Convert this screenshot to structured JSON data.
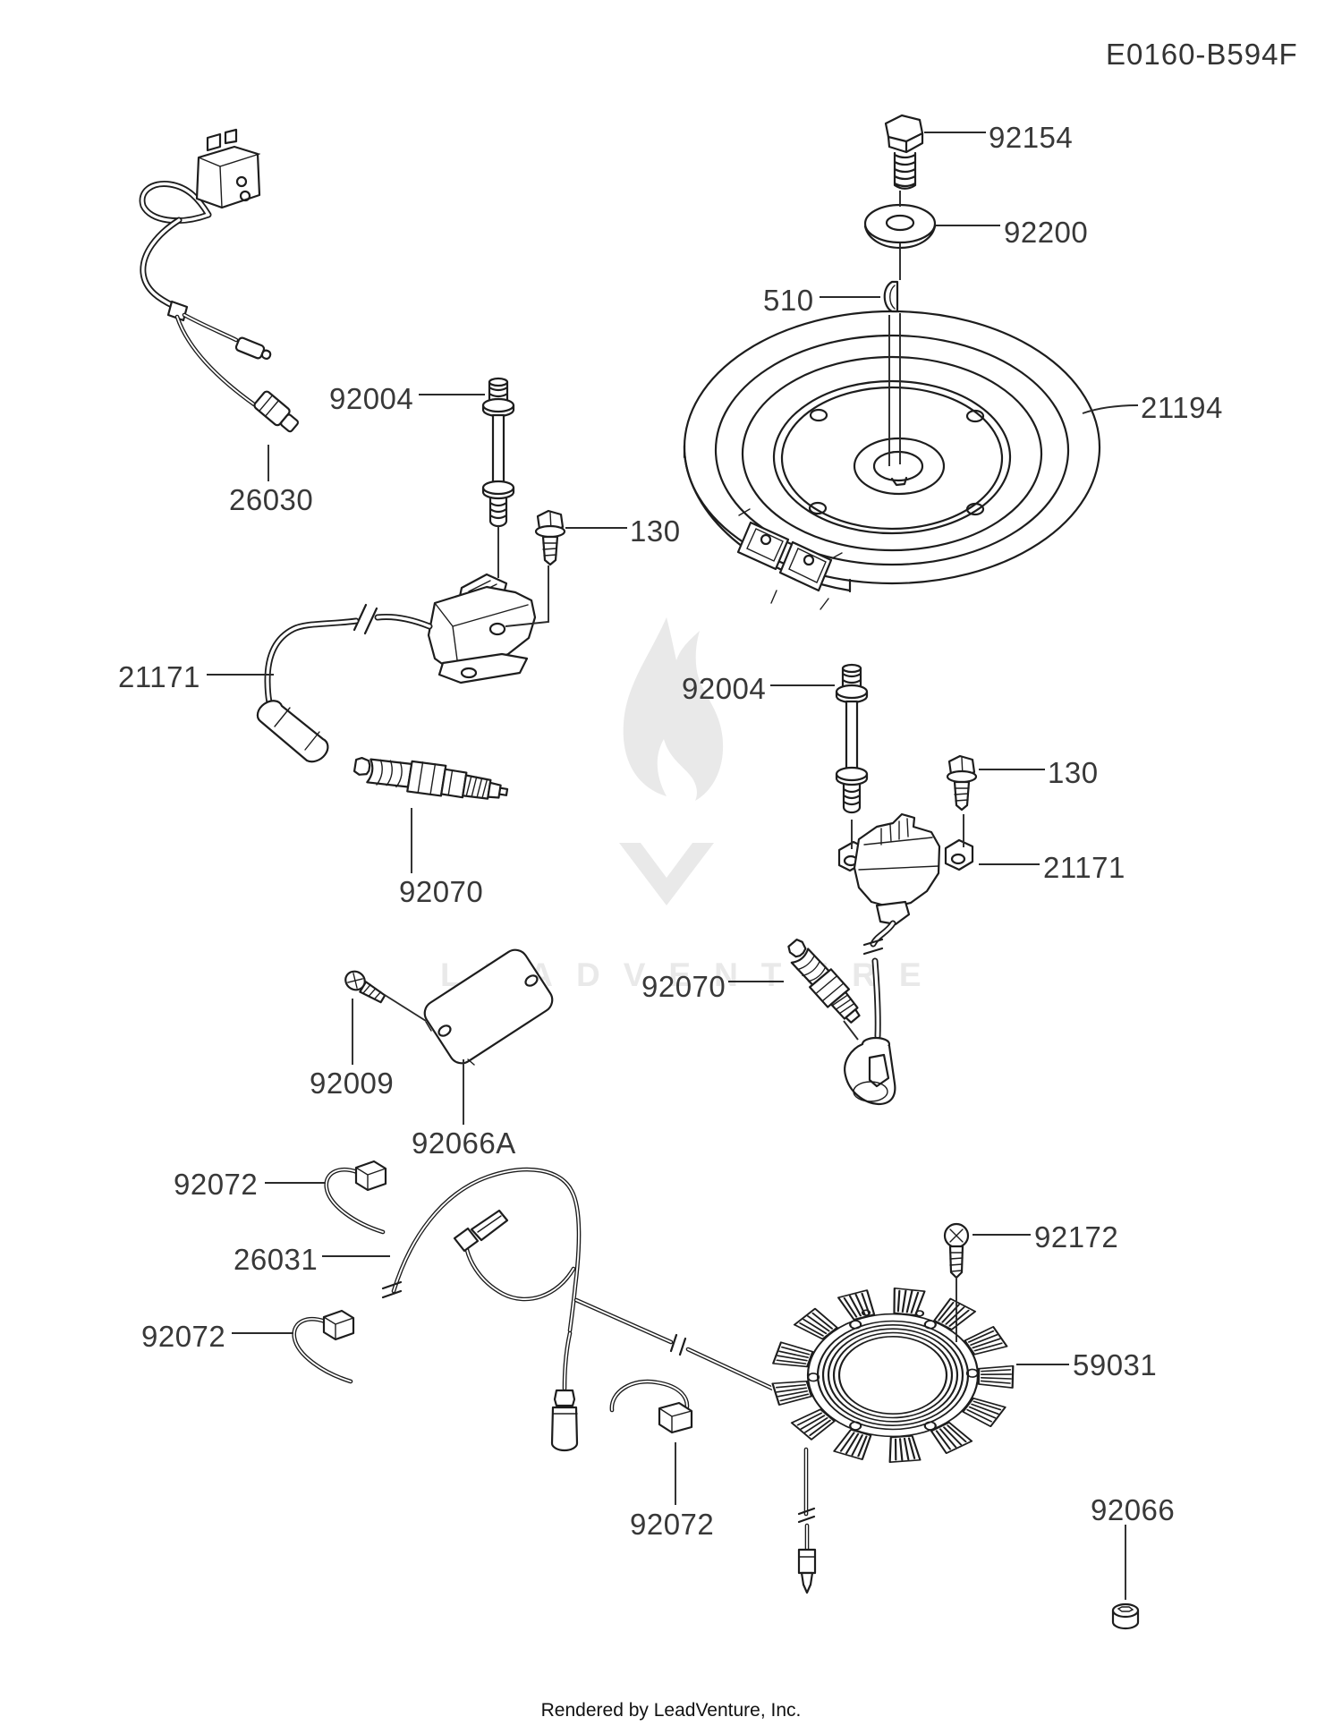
{
  "page": {
    "diagram_code": "E0160-B594F",
    "credit": "Rendered by LeadVenture, Inc."
  },
  "watermark": {
    "text": "LEADVENTURE"
  },
  "labels": {
    "l92154": {
      "text": "92154"
    },
    "l92200": {
      "text": "92200"
    },
    "l510": {
      "text": "510"
    },
    "l21194": {
      "text": "21194"
    },
    "l26030": {
      "text": "26030"
    },
    "l92004L": {
      "text": "92004"
    },
    "l130L": {
      "text": "130"
    },
    "l21171L": {
      "text": "21171"
    },
    "l92070L": {
      "text": "92070"
    },
    "l92004R": {
      "text": "92004"
    },
    "l130R": {
      "text": "130"
    },
    "l21171R": {
      "text": "21171"
    },
    "l92070R": {
      "text": "92070"
    },
    "l92009": {
      "text": "92009"
    },
    "l92066A": {
      "text": "92066A"
    },
    "l92072A": {
      "text": "92072"
    },
    "l26031": {
      "text": "26031"
    },
    "l92072B": {
      "text": "92072"
    },
    "l92072C": {
      "text": "92072"
    },
    "l92172": {
      "text": "92172"
    },
    "l59031": {
      "text": "59031"
    },
    "l92066": {
      "text": "92066"
    }
  }
}
